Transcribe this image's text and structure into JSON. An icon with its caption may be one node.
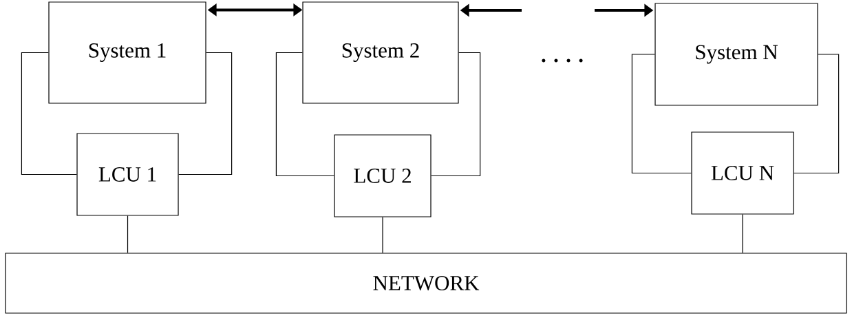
{
  "diagram": {
    "nodes": [
      {
        "text": [
          "System 1"
        ]
      },
      {
        "text": [
          "LCU 1"
        ]
      },
      {
        "text": [
          "System 2"
        ]
      },
      {
        "text": [
          "LCU 2"
        ]
      },
      {
        "text": [
          "System N"
        ]
      },
      {
        "text": [
          "LCU N"
        ]
      },
      {
        "text": [
          "NETWORK"
        ]
      }
    ],
    "edges": [
      {
        "from": 0,
        "to": 1,
        "arrow": "none"
      },
      {
        "from": 0,
        "to": 1,
        "arrow": "none"
      },
      {
        "from": 2,
        "to": 3,
        "arrow": "none"
      },
      {
        "from": 2,
        "to": 3,
        "arrow": "none"
      },
      {
        "from": 4,
        "to": 5,
        "arrow": "none"
      },
      {
        "from": 4,
        "to": 5,
        "arrow": "none"
      },
      {
        "from": 1,
        "to": 6,
        "arrow": "none"
      },
      {
        "from": 3,
        "to": 6,
        "arrow": "none"
      },
      {
        "from": 5,
        "to": 6,
        "arrow": "none"
      },
      {
        "from": 0,
        "to": 2,
        "arrow": "both",
        "style": "thick"
      },
      {
        "from": null,
        "to": 2,
        "arrow": "to",
        "style": "thick"
      },
      {
        "from": null,
        "to": 4,
        "arrow": "to",
        "style": "thick"
      }
    ],
    "labels": [
      ". . . ."
    ]
  }
}
